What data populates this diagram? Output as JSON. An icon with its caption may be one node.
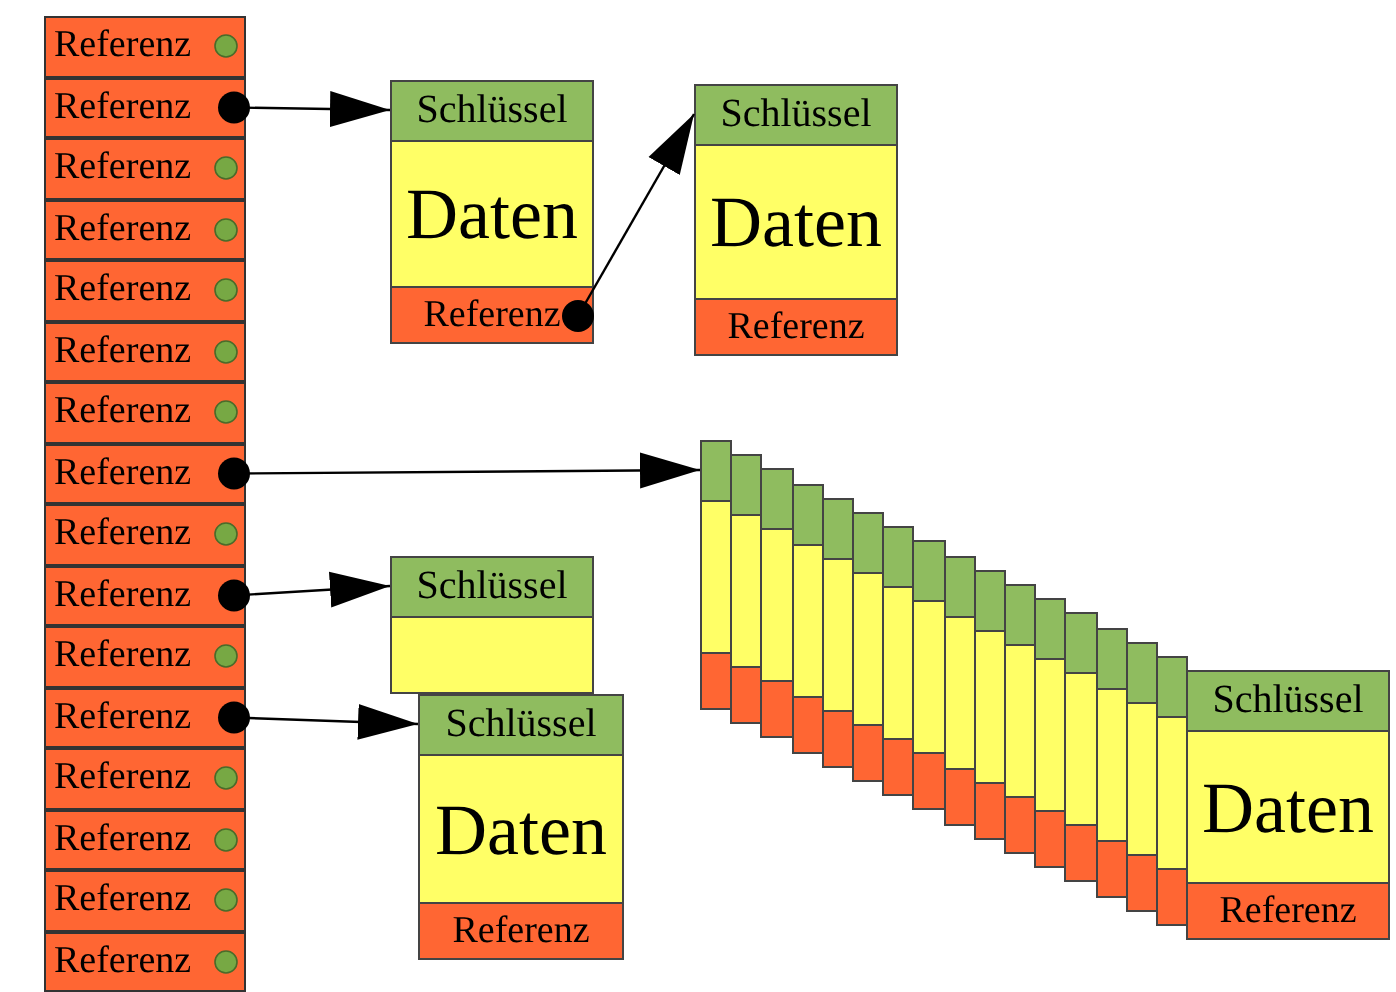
{
  "diagram": {
    "nodes": [
      {
        "text": [
          "Referenz"
        ]
      },
      {
        "text": [
          "Referenz"
        ]
      },
      {
        "text": [
          "Referenz"
        ]
      },
      {
        "text": [
          "Referenz"
        ]
      },
      {
        "text": [
          "Referenz"
        ]
      },
      {
        "text": [
          "Referenz"
        ]
      },
      {
        "text": [
          "Referenz"
        ]
      },
      {
        "text": [
          "Referenz"
        ]
      },
      {
        "text": [
          "Referenz"
        ]
      },
      {
        "text": [
          "Referenz"
        ]
      },
      {
        "text": [
          "Referenz"
        ]
      },
      {
        "text": [
          "Referenz"
        ]
      },
      {
        "text": [
          "Referenz"
        ]
      },
      {
        "text": [
          "Referenz"
        ]
      },
      {
        "text": [
          "Referenz"
        ]
      },
      {
        "text": [
          "Referenz"
        ]
      },
      {
        "text": [
          "Schlüssel",
          "Daten",
          "Referenz"
        ]
      },
      {
        "text": [
          "Schlüssel",
          "Daten",
          "Referenz"
        ]
      },
      {
        "text": [],
        "shape": "box"
      },
      {
        "text": [],
        "shape": "box"
      },
      {
        "text": [],
        "shape": "box"
      },
      {
        "text": [],
        "shape": "box"
      },
      {
        "text": [],
        "shape": "box"
      },
      {
        "text": [],
        "shape": "box"
      },
      {
        "text": [],
        "shape": "box"
      },
      {
        "text": [],
        "shape": "box"
      },
      {
        "text": [],
        "shape": "box"
      },
      {
        "text": [],
        "shape": "box"
      },
      {
        "text": [],
        "shape": "box"
      },
      {
        "text": [],
        "shape": "box"
      },
      {
        "text": [],
        "shape": "box"
      },
      {
        "text": [],
        "shape": "box"
      },
      {
        "text": [],
        "shape": "box"
      },
      {
        "text": [],
        "shape": "box"
      },
      {
        "text": [
          "Schlüssel",
          "Daten",
          "Referenz"
        ]
      },
      {
        "text": [
          "Schlüssel"
        ]
      },
      {
        "text": [
          "Schlüssel",
          "Daten",
          "Referenz"
        ]
      }
    ],
    "edges": [
      {
        "from": 1,
        "to": 16,
        "arrow": "to"
      },
      {
        "from": 16,
        "to": 17,
        "arrow": "to"
      },
      {
        "from": 7,
        "to": 18,
        "arrow": "to"
      },
      {
        "from": 9,
        "to": 35,
        "arrow": "to"
      },
      {
        "from": 11,
        "to": 36,
        "arrow": "to"
      }
    ]
  }
}
